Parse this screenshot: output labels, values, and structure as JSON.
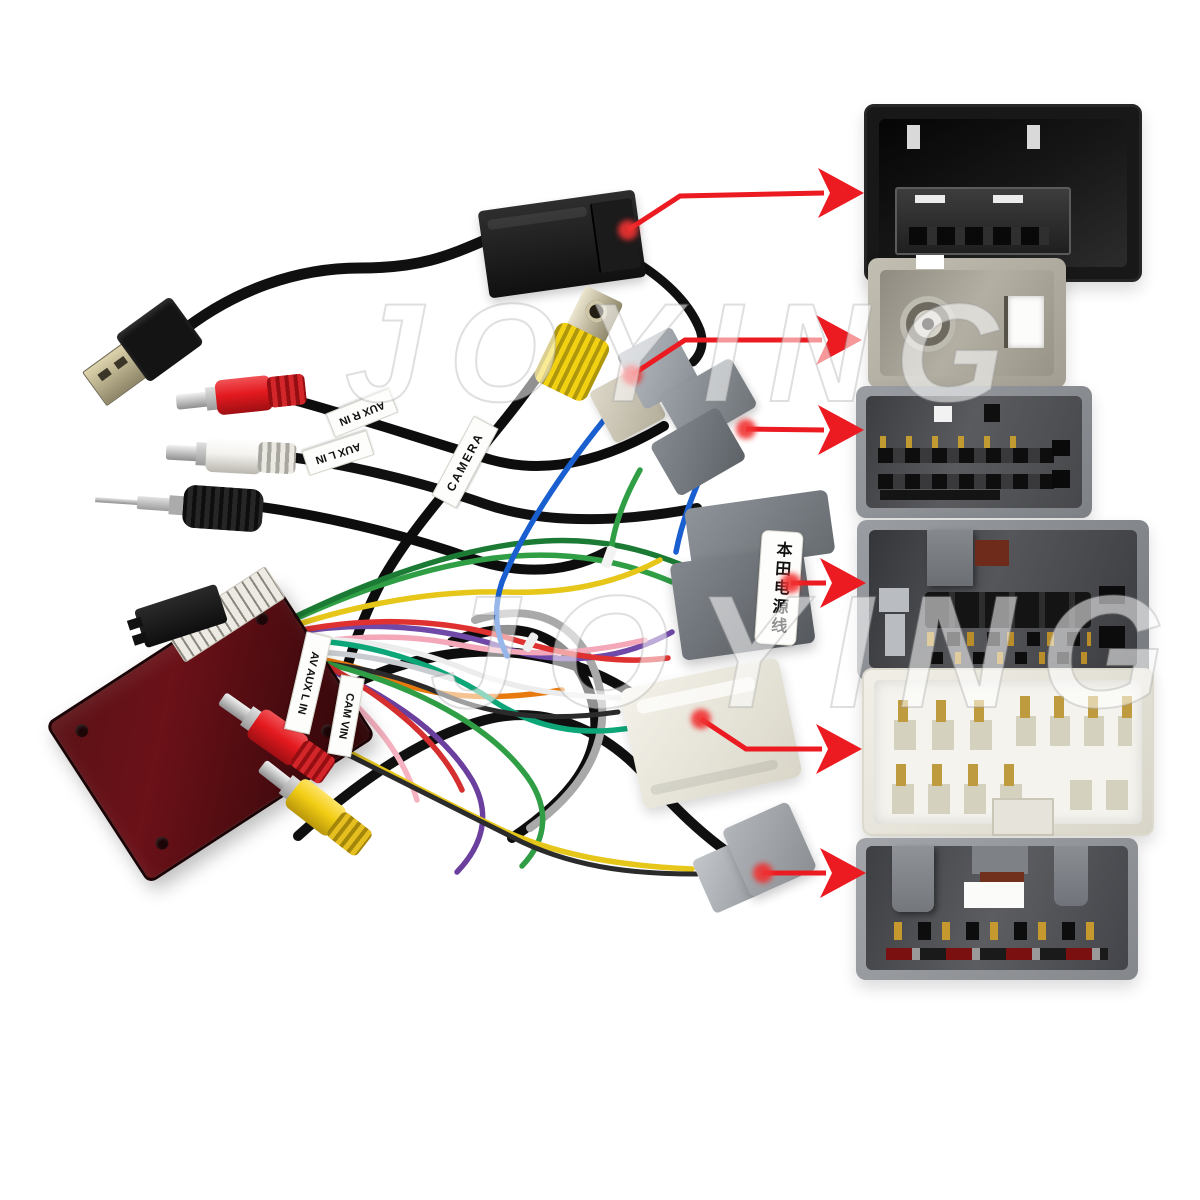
{
  "image": {
    "type": "product-photo",
    "subject": "Car head-unit wiring harness cable set with USB, RCA plugs, CAN-bus box and six connector close-up insets pointed to by red arrows",
    "background": "#ffffff",
    "arrow_color": "#ec1a21"
  },
  "watermarks": [
    {
      "text": "JOYING"
    },
    {
      "text": "JOYING"
    }
  ],
  "labels": {
    "aux_r_in": "AUX R IN",
    "aux_l_in": "AUX L IN",
    "camera": "CAMERA",
    "av_aux_l_in": "AV AUX L IN",
    "cam_vin": "CAM VIN",
    "honda_power": "本田电源线"
  },
  "colors": {
    "arrow": "#ec1a21",
    "rca_red": "#e41a1f",
    "rca_white": "#f4f3ef",
    "rca_yellow": "#f2cd14",
    "camera_jack_yellow": "#f2d112",
    "canbus_box_maroon": "#4a0d12",
    "connector_gray": "#8d9196",
    "connector_beige": "#b5b1a4",
    "connector_white": "#eceae2",
    "wire_colors": [
      "#2f9e44",
      "#1b7a34",
      "#e6c619",
      "#7048a8",
      "#f4a7b9",
      "#e03131",
      "#e8790c",
      "#ececec",
      "#0ca678",
      "#2b2b2b",
      "#c9ccd0",
      "#1a5fd0"
    ]
  }
}
